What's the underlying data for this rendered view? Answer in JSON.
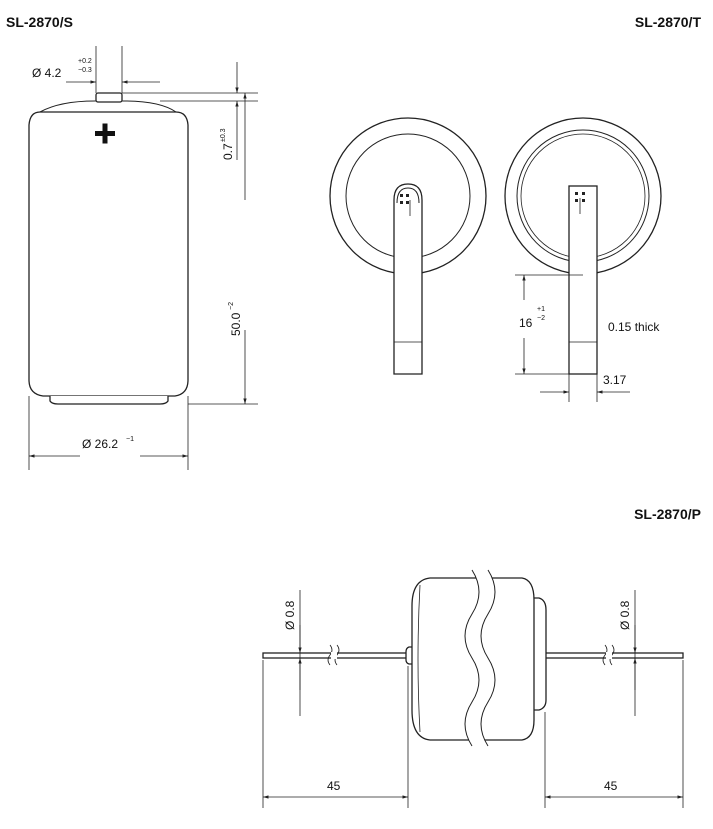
{
  "titles": {
    "s": "SL-2870/S",
    "t": "SL-2870/T",
    "p": "SL-2870/P"
  },
  "s_view": {
    "terminal_dia": "Ø 4.2",
    "terminal_tol_upper": "+0.2",
    "terminal_tol_lower": "−0.3",
    "cap_height": "0.7",
    "cap_height_tol": "±0.3",
    "length": "50.0",
    "length_tol": "−2",
    "diameter": "Ø 26.2",
    "diameter_tol": "−1",
    "plus_symbol": "+"
  },
  "t_view": {
    "tab_length": "16",
    "tab_length_tol_upper": "+1",
    "tab_length_tol_lower": "−2",
    "thickness": "0.15 thick",
    "tab_width": "3.17"
  },
  "p_view": {
    "pin_dia_left": "Ø 0.8",
    "pin_dia_right": "Ø 0.8",
    "pin_length_left": "45",
    "pin_length_right": "45"
  }
}
